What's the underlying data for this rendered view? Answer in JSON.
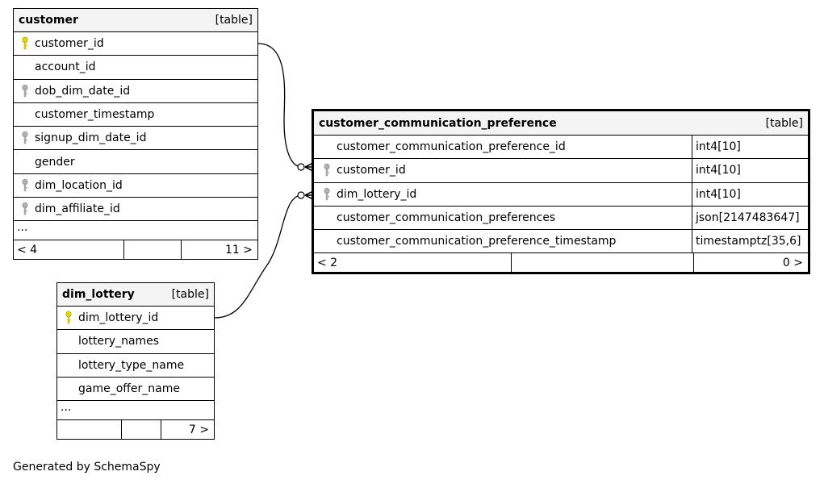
{
  "tables": {
    "customer": {
      "name": "customer",
      "kind": "[table]",
      "columns": [
        "customer_id",
        "account_id",
        "dob_dim_date_id",
        "customer_timestamp",
        "signup_dim_date_id",
        "gender",
        "dim_location_id",
        "dim_affiliate_id"
      ],
      "column_keys": [
        "primary",
        "none",
        "foreign",
        "none",
        "foreign",
        "none",
        "foreign",
        "foreign"
      ],
      "more": "...",
      "footer_left": "< 4",
      "footer_right": "11 >"
    },
    "dim_lottery": {
      "name": "dim_lottery",
      "kind": "[table]",
      "columns": [
        "dim_lottery_id",
        "lottery_names",
        "lottery_type_name",
        "game_offer_name"
      ],
      "column_keys": [
        "primary",
        "none",
        "none",
        "none"
      ],
      "more": "...",
      "footer_left": "",
      "footer_right": "7 >"
    },
    "ccp": {
      "name": "customer_communication_preference",
      "kind": "[table]",
      "columns": [
        {
          "name": "customer_communication_preference_id",
          "type": "int4[10]",
          "key": "none"
        },
        {
          "name": "customer_id",
          "type": "int4[10]",
          "key": "foreign"
        },
        {
          "name": "dim_lottery_id",
          "type": "int4[10]",
          "key": "foreign"
        },
        {
          "name": "customer_communication_preferences",
          "type": "json[2147483647]",
          "key": "none"
        },
        {
          "name": "customer_communication_preference_timestamp",
          "type": "timestamptz[35,6]",
          "key": "none"
        }
      ],
      "footer_left": "< 2",
      "footer_right": "0 >"
    }
  },
  "colors": {
    "primary_key": "#e8d800",
    "foreign_key": "#b0b0b0",
    "header_bg": "#f4f4f4"
  },
  "credit": "Generated by SchemaSpy"
}
